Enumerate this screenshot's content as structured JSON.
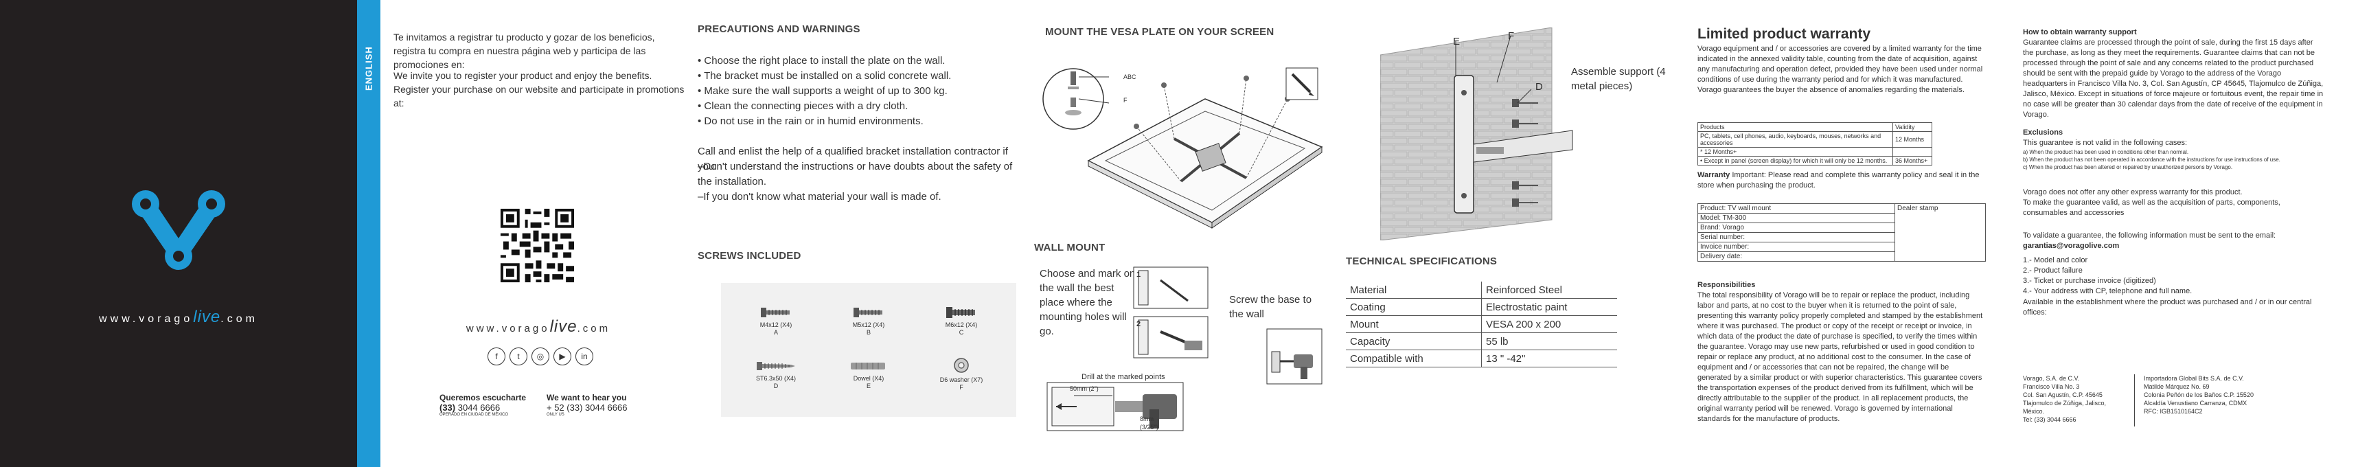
{
  "cover": {
    "url_prefix": "www.vorago",
    "url_live": "live",
    "url_suffix": ".com",
    "language_tab": "ENGLISH"
  },
  "registration": {
    "es": "Te invitamos a registrar tu producto y gozar de los beneficios, registra tu compra en nuestra página web y participa de las promociones en:",
    "en": "We invite you to register your product and enjoy the benefits. Register your purchase on our website and participate in promotions at:",
    "url_prefix": "www.vorago",
    "url_live": "live",
    "url_suffix": ".com",
    "listen_es_title": "Queremos escucharte",
    "listen_es_phone_prefix": "(33)",
    "listen_es_phone": " 3044 6666",
    "listen_es_note": "OPERADO EN CIUDAD DE MÉXICO",
    "listen_en_title": "We want to hear you",
    "listen_en_phone": "+ 52 (33) 3044 6666",
    "listen_en_note": "ONLY US"
  },
  "precautions": {
    "title": "PRECAUTIONS AND WARNINGS",
    "items": [
      "• Choose the right place to install the plate on the wall.",
      "• The bracket must be installed on a solid concrete wall.",
      "• Make sure the wall supports a weight of up to 300 kg.",
      "• Clean the connecting pieces with a dry cloth.",
      "• Do not use in the rain or in humid environments."
    ],
    "contractor_intro": "Call and enlist the help of a qualified bracket installation contractor if you:",
    "contractor_items": [
      "–Don't understand the instructions or have doubts about the safety of the installation.",
      "–If you don't know what material your wall is made of."
    ]
  },
  "screws": {
    "title": "SCREWS INCLUDED",
    "items": [
      {
        "name": "M4x12 (X4)",
        "letter": "A"
      },
      {
        "name": "M5x12 (X4)",
        "letter": "B"
      },
      {
        "name": "M6x12 (X4)",
        "letter": "C"
      },
      {
        "name": "ST6.3x50 (X4)",
        "letter": "D"
      },
      {
        "name": "Dowel (X4)",
        "letter": "E"
      },
      {
        "name": "D6 washer (X7)",
        "letter": "F"
      }
    ]
  },
  "vesa": {
    "title": "MOUNT THE VESA PLATE ON YOUR SCREEN",
    "label_abc": "ABC",
    "label_f": "F"
  },
  "wall_mount": {
    "title": "WALL MOUNT",
    "step1": "Choose and mark on the wall the best place where the mounting holes will go.",
    "step2": "Screw the base to the wall",
    "drill_caption": "Drill at the marked points",
    "dim_1": "50mm",
    "dim_1_in": "(2\")",
    "dim_2": "8mm",
    "dim_2_in": "(3/25\")",
    "step_num_1": "1",
    "step_num_2": "2"
  },
  "assemble": {
    "label": "Assemble support (4 metal pieces)",
    "label_e": "E",
    "label_f": "F",
    "label_d": "D"
  },
  "tech_specs": {
    "title": "TECHNICAL SPECIFICATIONS",
    "rows": [
      {
        "k": "Material",
        "v": "Reinforced Steel"
      },
      {
        "k": "Coating",
        "v": "Electrostatic paint"
      },
      {
        "k": "Mount",
        "v": "VESA 200 x 200"
      },
      {
        "k": "Capacity",
        "v": "55 lb"
      },
      {
        "k": "Compatible with",
        "v": "13 \" -42\""
      }
    ]
  },
  "warranty": {
    "title": "Limited product warranty",
    "intro": "Vorago equipment and / or accessories are covered by a limited warranty for the time indicated in the annexed validity table, counting from the date of acquisition, against any manufacturing and operation defect, provided they have been used under normal conditions of use during the warranty period and for which it was manufactured. Vorago guarantees the buyer the absence of anomalies regarding the materials.",
    "table_head": [
      "Products",
      "Validity"
    ],
    "table_rows": [
      [
        "PC, tablets, cell phones, audio, keyboards, mouses, networks and accessories",
        "12 Months"
      ],
      [
        "* 12 Months+",
        ""
      ],
      [
        "• Except in panel (screen display) for which it will only be 12 months.",
        "36 Months+"
      ]
    ],
    "important_label": "Warranty",
    "important": " Important: Please read and complete this warranty policy and seal it in the store when purchasing the product.",
    "form": [
      "Product: TV wall mount",
      "Model: TM-300",
      "Brand: Vorago",
      "Serial number:",
      "Invoice number:",
      "Delivery date:"
    ],
    "dealer_stamp": "Dealer stamp",
    "resp_title": "Responsibilities",
    "resp": "The total responsibility of Vorago will be to repair or replace the product, including labor and parts, at no cost to the buyer when it is returned to the point of sale, presenting this warranty policy properly completed and stamped by the establishment where it was purchased. The product or copy of the receipt or receipt or invoice, in which data of the product the date of purchase is specified, to verify the times within the guarantee. Vorago may use new parts, refurbished or used in good condition to repair or replace any product, at no additional cost to the consumer. In the case of equipment and / or accessories that can not be repaired, the change will be generated by a similar product or with superior characteristics. This guarantee covers the transportation expenses of the product derived from its fulfillment, which will be directly attributable to the supplier of the product. In all replacement products, the original warranty period will be renewed. Vorago is governed by international standards for the manufacture of products."
  },
  "support": {
    "title": "How to obtain warranty support",
    "body": "Guarantee claims are processed through the point of sale, during the first 15 days after the purchase, as long as they meet the requirements. Guarantee claims that can not be processed through the point of sale and any concerns related to the product purchased should be sent with the prepaid guide by Vorago to the address of the Vorago headquarters in Francisco Villa No. 3, Col. San Agustín, CP 45645, Tlajomulco de Zúñiga, Jalisco, México. Except in situations of force majeure or fortuitous event, the repair time in no case will be greater than 30 calendar days from the date of receive of the equipment in Vorago.",
    "excl_title": "Exclusions",
    "excl_intro": "This guarantee is not valid in the following cases:",
    "excl_items": [
      "a) When the product has been used in conditions other than normal.",
      "b) When the product has not been operated in accordance with the instructions for use instructions of use.",
      "c) When the product has been altered or repaired by unauthorized persons by Vorago."
    ],
    "no_extra": "Vorago does not offer any other express warranty for this product.",
    "contact": "To make the guarantee valid, as well as the acquisition of parts, components, consumables and accessories",
    "validate": "To validate a guarantee, the following information must be sent to the email:",
    "email": "garantias@voragolive.com",
    "info_items": [
      "1.- Model and color",
      "2.- Product failure",
      "3.- Ticket or purchase invoice (digitized)",
      "4.- Your address with CP, telephone and full name."
    ],
    "available": "Available in the establishment where the product was purchased and / or in our central offices:",
    "addr1": [
      "Vorago, S.A. de C.V.",
      "Francisco Villa No. 3",
      "Col. San Agustín, C.P. 45645",
      "Tlajomulco de Zúñiga, Jalisco, México.",
      "Tel: (33) 3044 6666"
    ],
    "addr2": [
      "Importadora Global Bits S.A. de C.V.",
      "Matilde Márquez No. 69",
      "Colonia Peñón de los Baños C.P. 15520",
      "Alcaldía Venustiano Carranza, CDMX",
      "RFC: IGB1510164C2"
    ]
  },
  "colors": {
    "cover_bg": "#231f20",
    "brand_blue": "#1f9ad6"
  },
  "icons": [
    "vorago-logo-icon",
    "qr-code-icon",
    "facebook-icon",
    "twitter-icon",
    "instagram-icon",
    "youtube-icon",
    "linkedin-icon",
    "pencil-icon",
    "drill-icon"
  ]
}
